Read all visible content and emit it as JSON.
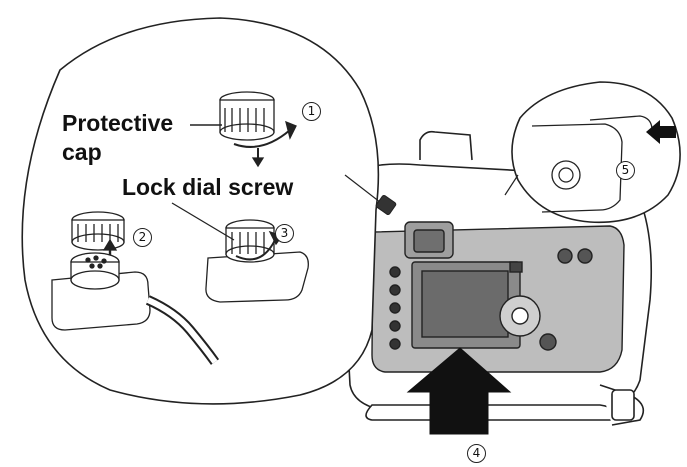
{
  "labels": {
    "protective": "Protective",
    "cap": "cap",
    "lock_dial_screw": "Lock dial screw"
  },
  "steps": {
    "one": "1",
    "two": "2",
    "three": "3",
    "four": "4",
    "five": "5"
  }
}
